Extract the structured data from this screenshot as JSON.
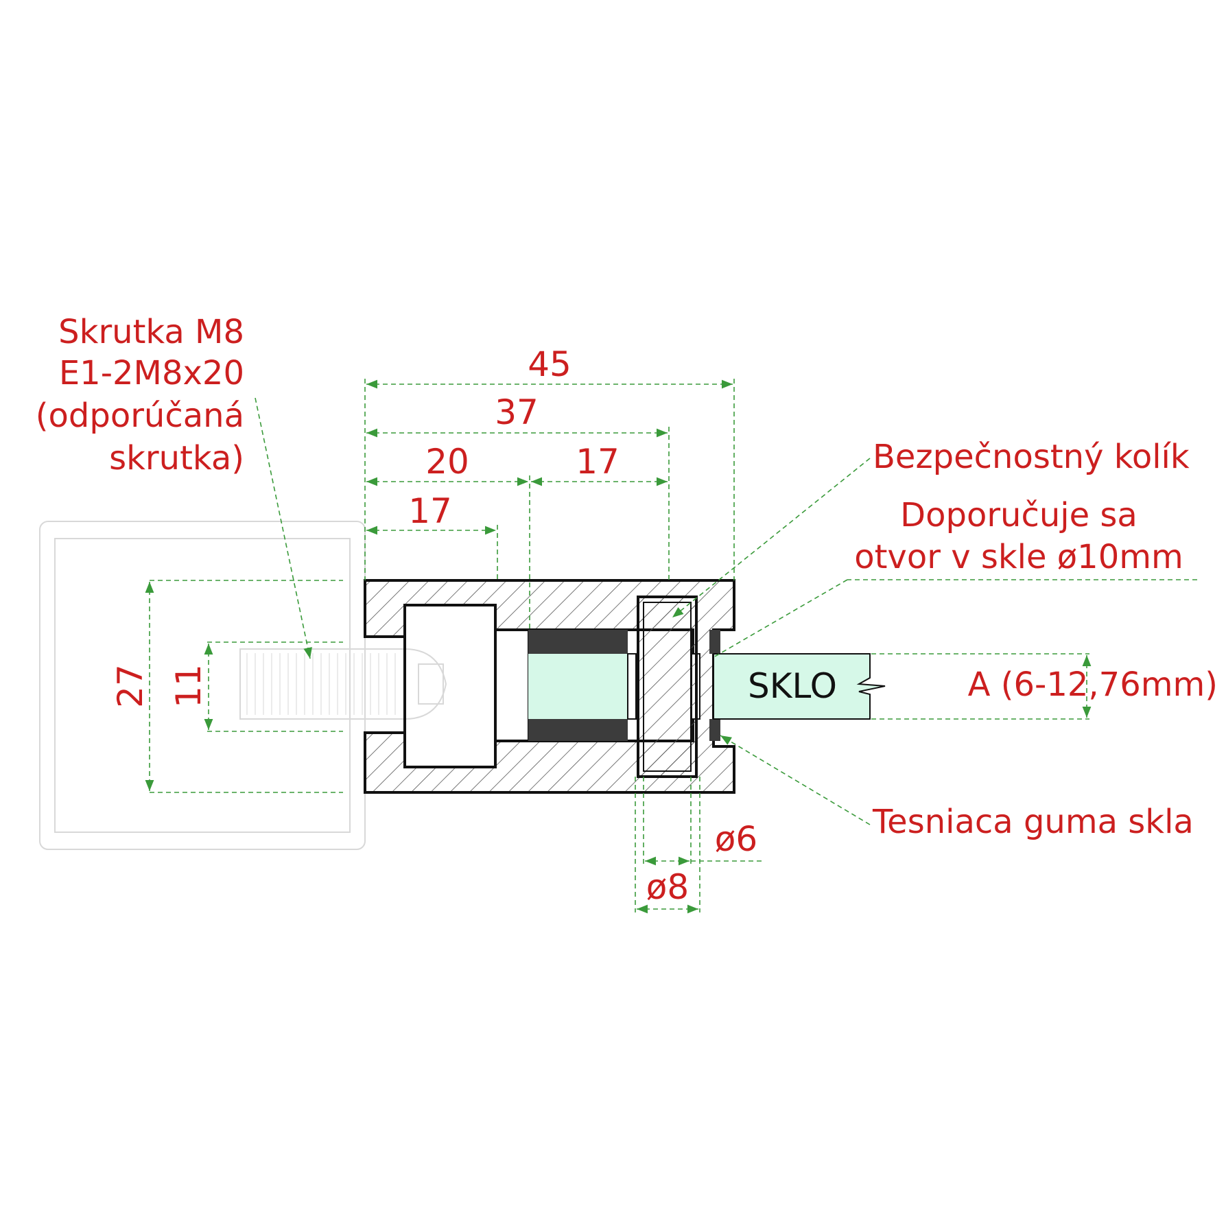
{
  "colors": {
    "annotation_text": "#cc1f1f",
    "dimension_line": "#3a9a3a",
    "glass_fill": "#d6f8e8",
    "seal_fill": "#3c3c3c",
    "outline": "#111111",
    "ghost_post": "#d8d8d8"
  },
  "labels": {
    "screw": [
      "Skrutka M8",
      "E1-2M8x20",
      "(odporúčaná",
      "skrutka)"
    ],
    "safety_pin": "Bezpečnostný kolík",
    "hole_recommendation": [
      "Doporučuje sa",
      "otvor v skle ø10mm"
    ],
    "glass": "SKLO",
    "glass_thickness": "A (6-12,76mm)",
    "gasket": "Tesniaca guma skla"
  },
  "dimensions": {
    "overall_length": "45",
    "length_to_pin": "37",
    "body_length": "20",
    "pin_offset": "17",
    "recess_depth": "17",
    "height": "27",
    "screw_height": "11",
    "pin_inner_diameter": "ø6",
    "pin_outer_diameter": "ø8"
  }
}
